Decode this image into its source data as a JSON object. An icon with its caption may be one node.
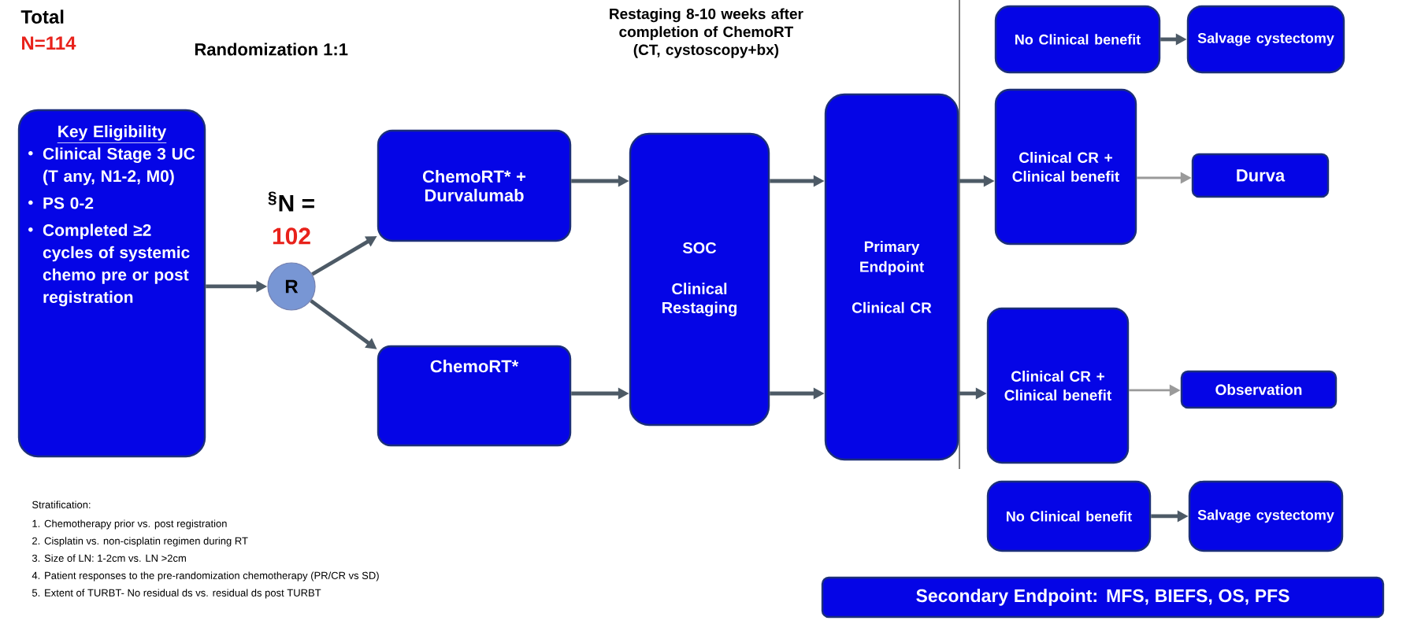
{
  "diagram": {
    "nodes": [
      {
        "text": [
          "Key Eligibility",
          "Clinical Stage 3 UC (T any, N1-2, M0)",
          "PS 0-2",
          "Completed ≥2 cycles of systemic chemo pre or post registration"
        ]
      },
      {
        "text": [
          "R"
        ],
        "beside": [
          "$^{§}$N =",
          "102"
        ]
      },
      {
        "text": [
          "ChemoRT* + Durvalumab"
        ]
      },
      {
        "text": [
          "ChemoRT*"
        ]
      },
      {
        "text": [
          "SOC",
          "Clinical Restaging"
        ]
      },
      {
        "text": [
          "Primary Endpoint",
          "Clinical CR"
        ]
      },
      {
        "text": [
          "No Clinical benefit"
        ]
      },
      {
        "text": [
          "Salvage cystectomy"
        ]
      },
      {
        "text": [
          "Clinical CR + Clinical benefit"
        ]
      },
      {
        "text": [
          "Durva"
        ]
      },
      {
        "text": [
          "Clinical CR + Clinical benefit"
        ]
      },
      {
        "text": [
          "Observation"
        ]
      },
      {
        "text": [
          "No Clinical benefit"
        ]
      },
      {
        "text": [
          "Salvage cystectomy"
        ]
      },
      {
        "text": [
          "Secondary Endpoint: MFS, BIEFS, OS, PFS"
        ]
      }
    ],
    "edges": [
      {
        "from": 0,
        "to": 1,
        "arrow": "to"
      },
      {
        "from": 1,
        "to": 2,
        "arrow": "to"
      },
      {
        "from": 1,
        "to": 3,
        "arrow": "to"
      },
      {
        "from": 2,
        "to": 4,
        "arrow": "to"
      },
      {
        "from": 3,
        "to": 4,
        "arrow": "to"
      },
      {
        "from": 4,
        "to": 5,
        "arrow": "to"
      },
      {
        "from": 4,
        "to": 5,
        "arrow": "to"
      },
      {
        "from": 5,
        "to": 8,
        "arrow": "to"
      },
      {
        "from": 5,
        "to": 10,
        "arrow": "to"
      },
      {
        "from": 6,
        "to": 7,
        "arrow": "to"
      },
      {
        "from": 8,
        "to": 9,
        "arrow": "to",
        "color": "#9a9a9a"
      },
      {
        "from": 10,
        "to": 11,
        "arrow": "to",
        "color": "#9a9a9a"
      },
      {
        "from": 12,
        "to": 13,
        "arrow": "to"
      }
    ],
    "labels": [
      "Total",
      "N=114",
      "Randomization 1:1",
      "Restaging 8-10 weeks after completion of ChemoRT (CT, cystoscopy+bx)",
      "Stratification:",
      "1. Chemotherapy prior vs. post registration",
      "2. Cisplatin vs. non-cisplatin regimen during RT",
      "3. Size of LN: 1-2cm vs. LN >2cm",
      "4. Patient responses to the pre-randomization chemotherapy (PR/CR vs SD)",
      "5. Extent of TURBT- No residual ds vs. residual ds post TURBT"
    ]
  }
}
